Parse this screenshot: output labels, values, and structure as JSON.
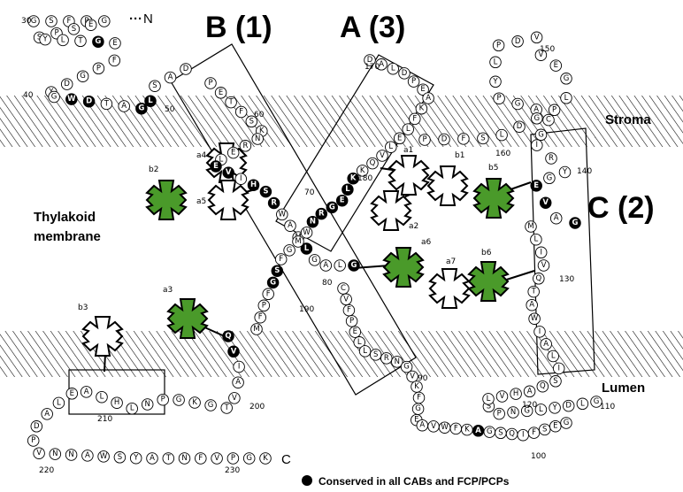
{
  "helix_labels": {
    "b": "B (1)",
    "a": "A (3)",
    "c": "C (2)"
  },
  "region_labels": {
    "stroma": "Stroma",
    "lumen": "Lumen",
    "thylakoid": "Thylakoid",
    "membrane": "membrane"
  },
  "terminal_labels": {
    "n": "N",
    "c": "C"
  },
  "legend": "Conserved in all CABs and FCP/PCPs",
  "colors": {
    "chlorophyll_a": "#ffffff",
    "chlorophyll_b": "#4a9a2a",
    "outline": "#000000"
  },
  "residue_numbers": [
    "30",
    "40",
    "50",
    "60",
    "70",
    "80",
    "90",
    "100",
    "110",
    "120",
    "130",
    "140",
    "150",
    "160",
    "170",
    "180",
    "190",
    "200",
    "210",
    "220",
    "230"
  ],
  "pigments": [
    {
      "name": "a1",
      "type": "a"
    },
    {
      "name": "a2",
      "type": "a"
    },
    {
      "name": "a3",
      "type": "b"
    },
    {
      "name": "a4",
      "type": "a"
    },
    {
      "name": "a5",
      "type": "a"
    },
    {
      "name": "a6",
      "type": "b"
    },
    {
      "name": "a7",
      "type": "a"
    },
    {
      "name": "b1",
      "type": "a"
    },
    {
      "name": "b2",
      "type": "b"
    },
    {
      "name": "b3",
      "type": "a"
    },
    {
      "name": "b5",
      "type": "b"
    },
    {
      "name": "b6",
      "type": "b"
    }
  ],
  "sequence_segments": [
    {
      "id": "nterm",
      "residues": [
        [
          "G",
          0
        ],
        [
          "S",
          0
        ],
        [
          "F",
          0
        ],
        [
          "P",
          0
        ],
        [
          "G",
          0
        ],
        [
          "E",
          0
        ],
        [
          "S",
          0
        ],
        [
          "P",
          0
        ],
        [
          "S",
          0
        ],
        [
          "Y",
          0
        ],
        [
          "L",
          0
        ],
        [
          "T",
          0
        ],
        [
          "G",
          1
        ],
        [
          "E",
          0
        ],
        [
          "F",
          0
        ],
        [
          "P",
          0
        ],
        [
          "G",
          0
        ],
        [
          "D",
          0
        ],
        [
          "Y",
          0
        ],
        [
          "G",
          0
        ],
        [
          "W",
          1
        ],
        [
          "D",
          1
        ],
        [
          "T",
          0
        ],
        [
          "A",
          0
        ],
        [
          "G",
          1
        ],
        [
          "L",
          1
        ],
        [
          "S",
          0
        ],
        [
          "A",
          0
        ],
        [
          "D",
          0
        ]
      ]
    },
    {
      "id": "helixB",
      "residues": [
        [
          "P",
          0
        ],
        [
          "E",
          0
        ],
        [
          "T",
          0
        ],
        [
          "F",
          0
        ],
        [
          "S",
          0
        ],
        [
          "K",
          0
        ],
        [
          "N",
          0
        ],
        [
          "R",
          0
        ],
        [
          "E",
          0
        ],
        [
          "L",
          0
        ],
        [
          "E",
          1
        ],
        [
          "V",
          1
        ],
        [
          "I",
          0
        ],
        [
          "H",
          1
        ],
        [
          "S",
          1
        ],
        [
          "R",
          1
        ],
        [
          "W",
          0
        ],
        [
          "A",
          0
        ],
        [
          "M",
          0
        ],
        [
          "L",
          1
        ],
        [
          "G",
          0
        ],
        [
          "A",
          0
        ],
        [
          "L",
          0
        ],
        [
          "G",
          1
        ]
      ]
    },
    {
      "id": "loopAB",
      "residues": [
        [
          "C",
          0
        ],
        [
          "V",
          0
        ],
        [
          "F",
          0
        ],
        [
          "P",
          0
        ],
        [
          "E",
          0
        ],
        [
          "L",
          0
        ],
        [
          "L",
          0
        ],
        [
          "S",
          0
        ],
        [
          "R",
          0
        ],
        [
          "N",
          0
        ],
        [
          "G",
          0
        ],
        [
          "V",
          0
        ],
        [
          "K",
          0
        ],
        [
          "F",
          0
        ],
        [
          "G",
          0
        ],
        [
          "E",
          0
        ],
        [
          "A",
          0
        ],
        [
          "V",
          0
        ],
        [
          "W",
          0
        ],
        [
          "F",
          0
        ],
        [
          "K",
          0
        ],
        [
          "A",
          1
        ],
        [
          "G",
          0
        ],
        [
          "S",
          0
        ],
        [
          "Q",
          0
        ],
        [
          "I",
          0
        ],
        [
          "F",
          0
        ],
        [
          "S",
          0
        ],
        [
          "E",
          0
        ],
        [
          "G",
          0
        ]
      ]
    },
    {
      "id": "lumenloop",
      "residues": [
        [
          "G",
          0
        ],
        [
          "L",
          0
        ],
        [
          "D",
          0
        ],
        [
          "Y",
          0
        ],
        [
          "L",
          0
        ],
        [
          "G",
          0
        ],
        [
          "N",
          0
        ],
        [
          "P",
          0
        ],
        [
          "S",
          0
        ],
        [
          "L",
          0
        ],
        [
          "V",
          0
        ],
        [
          "H",
          0
        ],
        [
          "A",
          0
        ],
        [
          "Q",
          0
        ],
        [
          "S",
          0
        ],
        [
          "I",
          0
        ],
        [
          "L",
          0
        ],
        [
          "A",
          0
        ],
        [
          "I",
          0
        ],
        [
          "W",
          0
        ],
        [
          "A",
          0
        ],
        [
          "T",
          0
        ],
        [
          "Q",
          0
        ],
        [
          "V",
          0
        ],
        [
          "I",
          0
        ],
        [
          "L",
          0
        ],
        [
          "M",
          0
        ]
      ]
    },
    {
      "id": "helixC",
      "residues": [
        [
          "G",
          1
        ],
        [
          "A",
          0
        ],
        [
          "V",
          1
        ],
        [
          "E",
          1
        ],
        [
          "G",
          0
        ],
        [
          "Y",
          0
        ],
        [
          "R",
          0
        ],
        [
          "I",
          0
        ],
        [
          "G",
          0
        ],
        [
          "C",
          0
        ],
        [
          "A",
          0
        ],
        [
          "G",
          0
        ],
        [
          "P",
          0
        ],
        [
          "Y",
          0
        ],
        [
          "L",
          0
        ],
        [
          "P",
          0
        ],
        [
          "D",
          0
        ],
        [
          "V",
          0
        ],
        [
          "V",
          0
        ],
        [
          "E",
          0
        ],
        [
          "G",
          0
        ],
        [
          "L",
          0
        ],
        [
          "P",
          0
        ],
        [
          "G",
          0
        ],
        [
          "D",
          0
        ],
        [
          "L",
          0
        ],
        [
          "S",
          0
        ],
        [
          "F",
          0
        ],
        [
          "D",
          0
        ],
        [
          "P",
          0
        ]
      ]
    },
    {
      "id": "helixA",
      "residues": [
        [
          "D",
          0
        ],
        [
          "A",
          0
        ],
        [
          "L",
          0
        ],
        [
          "D",
          0
        ],
        [
          "P",
          0
        ],
        [
          "E",
          0
        ],
        [
          "A",
          0
        ],
        [
          "K",
          0
        ],
        [
          "F",
          0
        ],
        [
          "L",
          0
        ],
        [
          "E",
          0
        ],
        [
          "L",
          0
        ],
        [
          "V",
          0
        ],
        [
          "Q",
          0
        ],
        [
          "K",
          0
        ],
        [
          "K",
          1
        ],
        [
          "L",
          1
        ],
        [
          "E",
          1
        ],
        [
          "G",
          1
        ],
        [
          "R",
          1
        ],
        [
          "N",
          1
        ],
        [
          "W",
          0
        ],
        [
          "M",
          0
        ],
        [
          "G",
          0
        ],
        [
          "F",
          0
        ],
        [
          "S",
          1
        ],
        [
          "G",
          1
        ],
        [
          "F",
          0
        ],
        [
          "P",
          0
        ],
        [
          "F",
          0
        ],
        [
          "M",
          0
        ]
      ]
    },
    {
      "id": "cterm",
      "residues": [
        [
          "Q",
          1
        ],
        [
          "V",
          1
        ],
        [
          "I",
          0
        ],
        [
          "A",
          0
        ],
        [
          "V",
          0
        ],
        [
          "T",
          0
        ],
        [
          "G",
          0
        ],
        [
          "K",
          0
        ],
        [
          "G",
          0
        ],
        [
          "P",
          0
        ],
        [
          "N",
          0
        ],
        [
          "L",
          0
        ],
        [
          "H",
          0
        ],
        [
          "L",
          0
        ],
        [
          "A",
          0
        ],
        [
          "E",
          0
        ],
        [
          "L",
          0
        ],
        [
          "A",
          0
        ],
        [
          "D",
          0
        ],
        [
          "P",
          0
        ],
        [
          "V",
          0
        ],
        [
          "N",
          0
        ],
        [
          "N",
          0
        ],
        [
          "A",
          0
        ],
        [
          "W",
          0
        ],
        [
          "S",
          0
        ],
        [
          "Y",
          0
        ],
        [
          "A",
          0
        ],
        [
          "T",
          0
        ],
        [
          "N",
          0
        ],
        [
          "F",
          0
        ],
        [
          "V",
          0
        ],
        [
          "P",
          0
        ],
        [
          "G",
          0
        ],
        [
          "K",
          0
        ]
      ]
    }
  ]
}
